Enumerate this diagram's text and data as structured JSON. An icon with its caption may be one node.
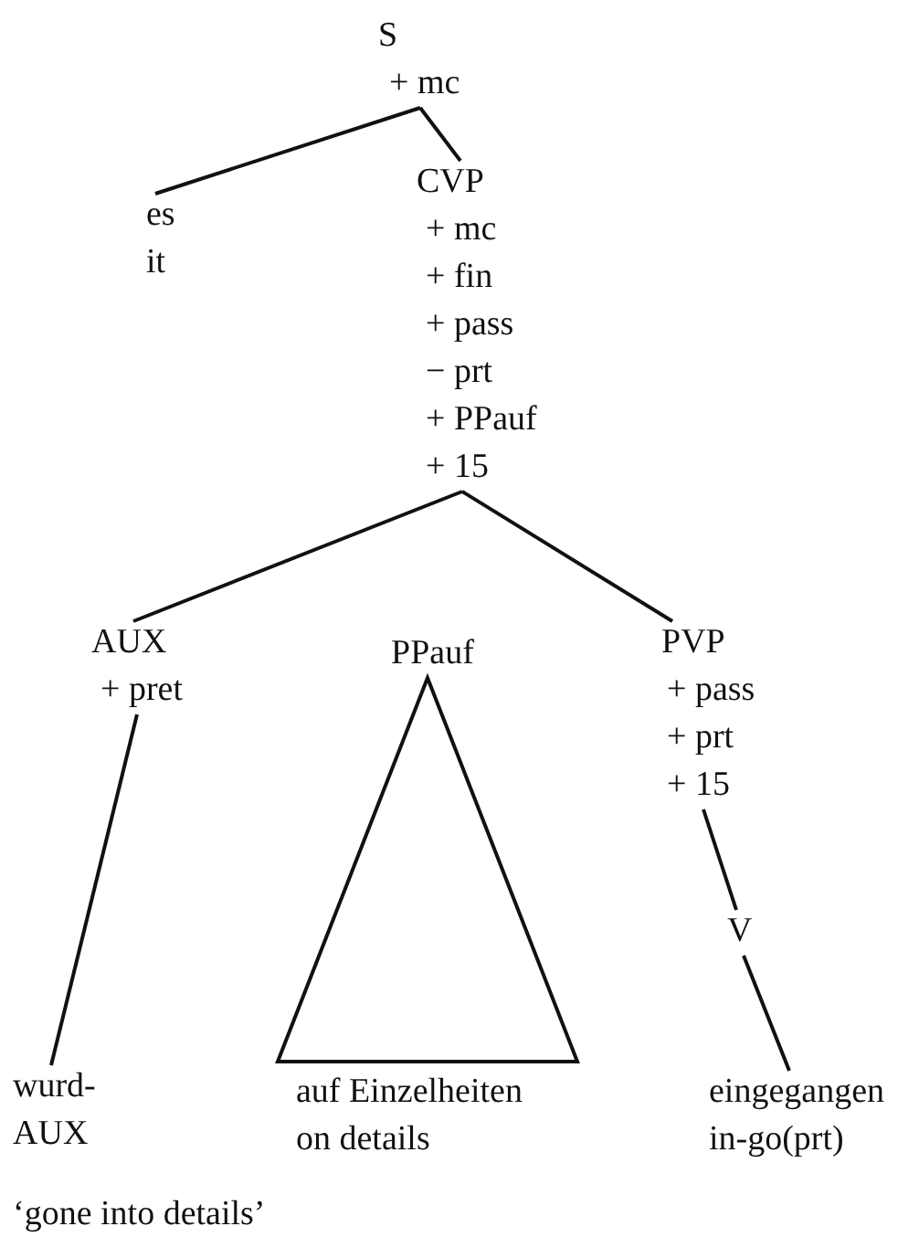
{
  "diagram": {
    "nodes": [
      {
        "text": [
          "S",
          "+ mc"
        ]
      },
      {
        "text": [
          "es",
          "it"
        ]
      },
      {
        "text": [
          "CVP",
          "+ mc",
          "+ fin",
          "+ pass",
          "− prt",
          "+ PPauf",
          "+ 15"
        ]
      },
      {
        "text": [
          "AUX",
          "+ pret"
        ]
      },
      {
        "text": [
          "PPauf"
        ]
      },
      {
        "text": [
          "PVP",
          "+ pass",
          "+ prt",
          "+ 15"
        ]
      },
      {
        "text": [
          "wurd-",
          "AUX"
        ]
      },
      {
        "text": [],
        "shape": "triangle"
      },
      {
        "text": [
          "auf Einzelheiten",
          "on details"
        ]
      },
      {
        "text": [
          "V"
        ]
      },
      {
        "text": [
          "eingegangen",
          "in-go(prt)"
        ]
      }
    ],
    "edges": [
      {
        "from": 0,
        "to": 1,
        "arrow": "none"
      },
      {
        "from": 0,
        "to": 2,
        "arrow": "none"
      },
      {
        "from": 2,
        "to": 3,
        "arrow": "none"
      },
      {
        "from": 2,
        "to": 5,
        "arrow": "none"
      },
      {
        "from": 3,
        "to": 6,
        "arrow": "none"
      },
      {
        "from": 5,
        "to": 9,
        "arrow": "none"
      },
      {
        "from": 9,
        "to": 10,
        "arrow": "none"
      }
    ],
    "labels": [
      "‘gone into details’"
    ]
  }
}
